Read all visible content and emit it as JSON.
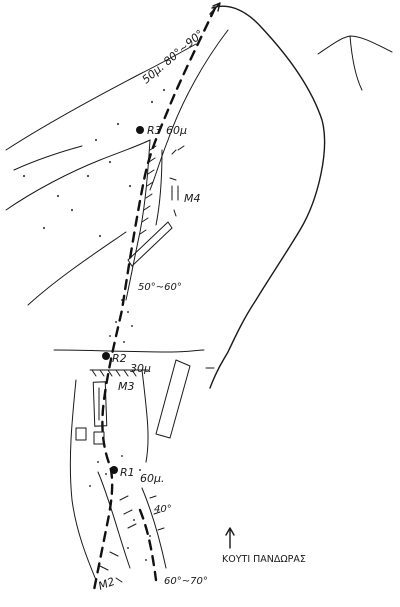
{
  "topo": {
    "top_label": "50μ. 80°~90°",
    "anchors": [
      {
        "id": "R3",
        "label": "R3",
        "length": "60μ"
      },
      {
        "id": "R2",
        "label": "R2",
        "length": "30μ"
      },
      {
        "id": "R1",
        "label": "R1",
        "length": "60μ."
      }
    ],
    "pitch_labels": {
      "m4": "M4",
      "m3": "M3",
      "m2": "M2"
    },
    "angles": {
      "upper_slab": "50°~60°",
      "lower_slab": "40°",
      "start": "60°~70°"
    },
    "north_caption": "ΚΟΥΤΙ ΠΑΝΔΩΡΑΣ"
  }
}
